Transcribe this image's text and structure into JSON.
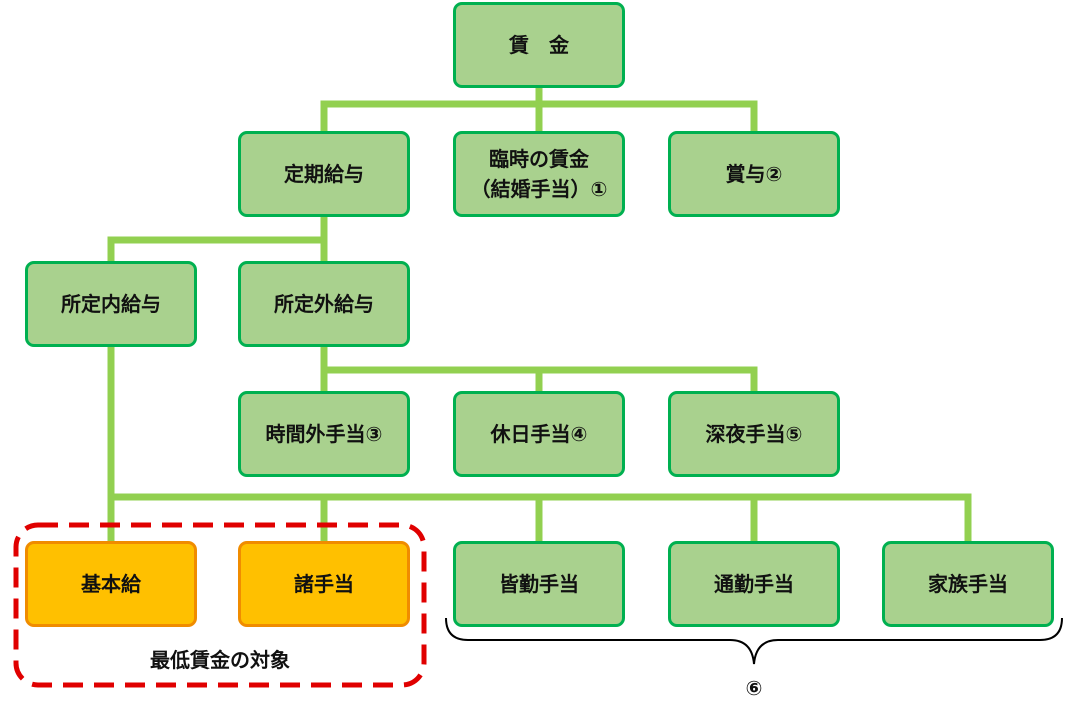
{
  "nodes": {
    "wage": "賃　金",
    "regular_pay": "定期給与",
    "temporary_wage": "臨時の賃金\n（結婚手当）①",
    "bonus": "賞与②",
    "scheduled_pay": "所定内給与",
    "nonscheduled_pay": "所定外給与",
    "overtime_allowance": "時間外手当③",
    "holiday_allowance": "休日手当④",
    "night_allowance": "深夜手当⑤",
    "base_pay": "基本給",
    "misc_allowances": "諸手当",
    "attendance_allowance": "皆勤手当",
    "commute_allowance": "通勤手当",
    "family_allowance": "家族手当"
  },
  "minimum_wage_group_label": "最低賃金の対象",
  "excluded_group_label": "⑥",
  "colors": {
    "connector": "#92d050",
    "green_fill": "#a9d18e",
    "green_border": "#00b050",
    "orange_fill": "#ffc000",
    "orange_border": "#f08c00",
    "dashed_frame": "#e00000",
    "brace": "#000000"
  }
}
